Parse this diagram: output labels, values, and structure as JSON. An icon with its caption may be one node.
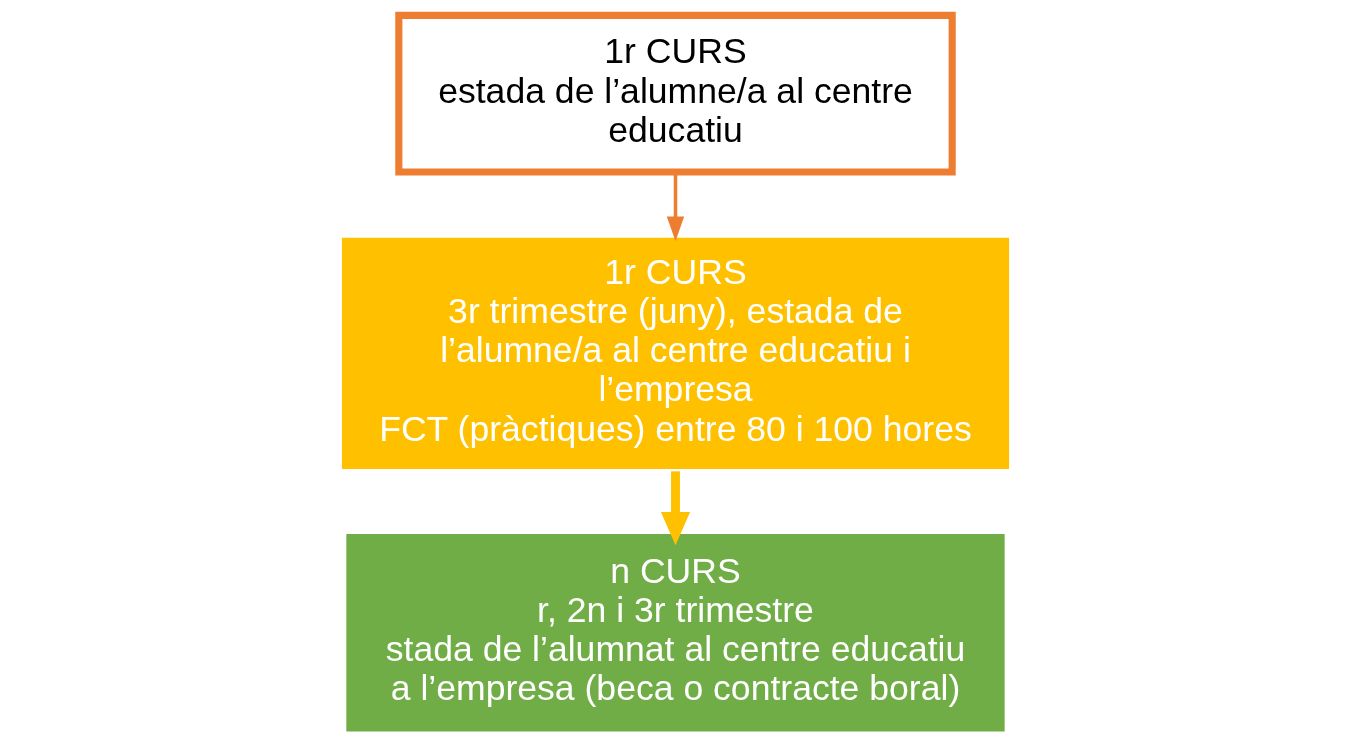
{
  "diagram": {
    "nodes": [
      {
        "text": [
          "1r CURS",
          "estada de l’alumne/a al centre educatiu"
        ]
      },
      {
        "text": [
          "1r CURS",
          "3r trimestre (juny), estada de l’alumne/a al centre educatiu i l’empresa",
          "FCT (pràctiques) entre 80 i 100 hores"
        ]
      },
      {
        "text": [
          "n CURS",
          "r, 2n i 3r trimestre",
          "stada de l’alumnat al centre educatiu a l’empresa (beca o contracte boral)"
        ]
      }
    ],
    "edges": [
      {
        "from": 0,
        "to": 1,
        "arrow": "to",
        "color": "#ed7d31"
      },
      {
        "from": 1,
        "to": 2,
        "arrow": "to",
        "style": "thick",
        "color": "#ffc000"
      }
    ]
  }
}
